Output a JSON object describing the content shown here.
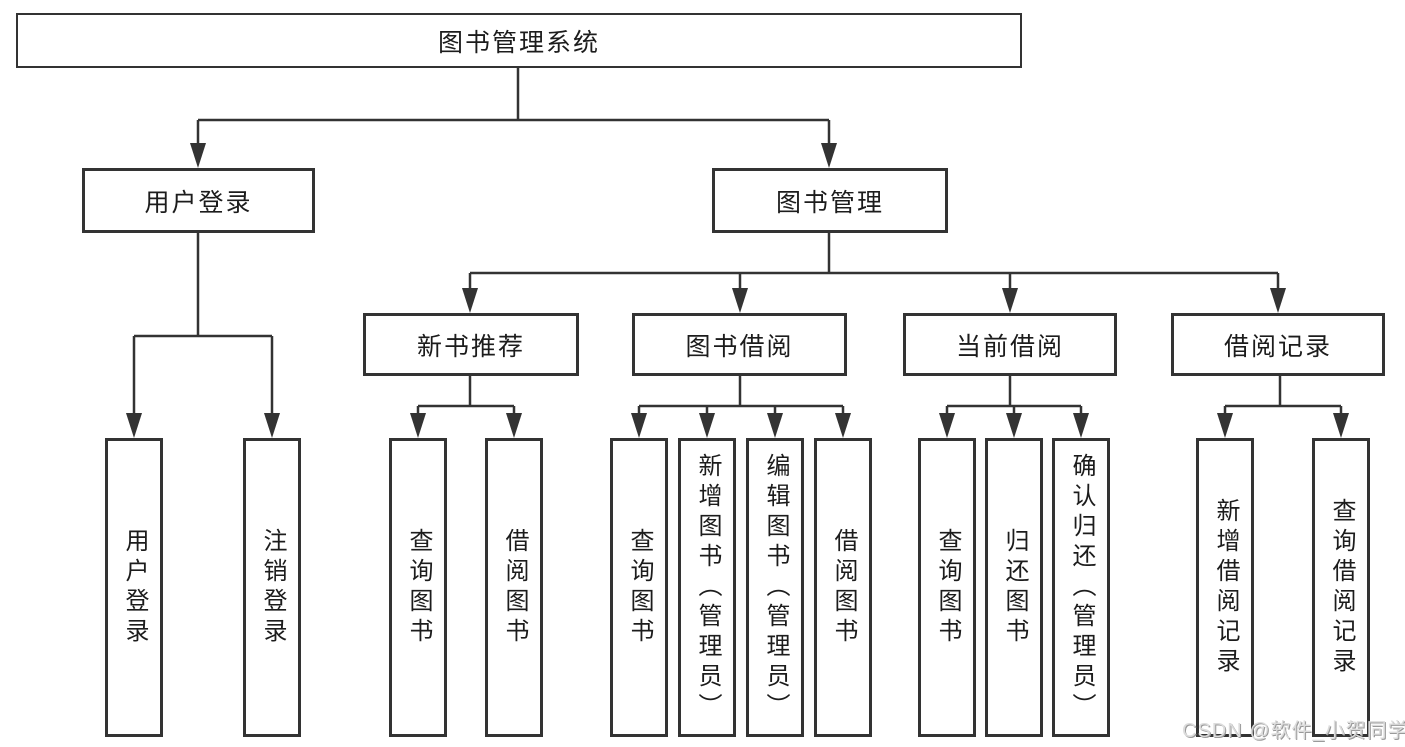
{
  "diagram_title": "图书管理系统",
  "tree": {
    "root": "图书管理系统",
    "branches": [
      {
        "label": "用户登录",
        "children": [
          "用户登录",
          "注销登录"
        ]
      },
      {
        "label": "图书管理",
        "children": [
          {
            "label": "新书推荐",
            "children": [
              "查询图书",
              "借阅图书"
            ]
          },
          {
            "label": "图书借阅",
            "children": [
              "查询图书",
              "新增图书（管理员）",
              "编辑图书（管理员）",
              "借阅图书"
            ]
          },
          {
            "label": "当前借阅",
            "children": [
              "查询图书",
              "归还图书",
              "确认归还（管理员）"
            ]
          },
          {
            "label": "借阅记录",
            "children": [
              "新增借阅记录",
              "查询借阅记录"
            ]
          }
        ]
      }
    ]
  },
  "watermark": "CSDN @软件_小贺同学",
  "colors": {
    "line": "#333333",
    "box_border": "#333333",
    "text": "#1c1c1c",
    "background": "#ffffff",
    "watermark_text": "#dcdcdc"
  }
}
